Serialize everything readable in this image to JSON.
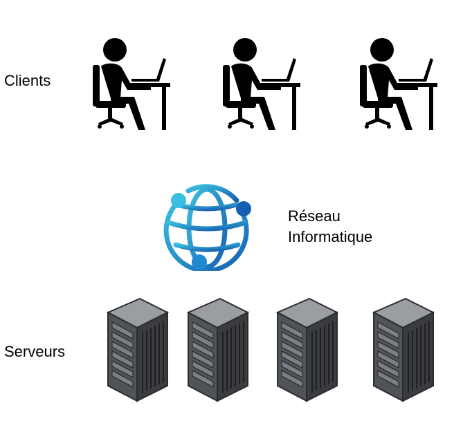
{
  "groups": {
    "clients": {
      "label": "Clients",
      "count": 3,
      "icon": "person-at-computer-icon"
    },
    "network": {
      "label_line1": "Réseau",
      "label_line2": "Informatique",
      "icon": "globe-network-icon"
    },
    "servers": {
      "label": "Serveurs",
      "count": 4,
      "icon": "server-rack-icon"
    }
  },
  "colors": {
    "text": "#000000",
    "client_icon": "#000000",
    "globe_light": "#2fa8d8",
    "globe_dark": "#1565b0",
    "server_dark": "#3a3c40",
    "server_mid": "#6b6e73",
    "server_light": "#9a9da2"
  }
}
